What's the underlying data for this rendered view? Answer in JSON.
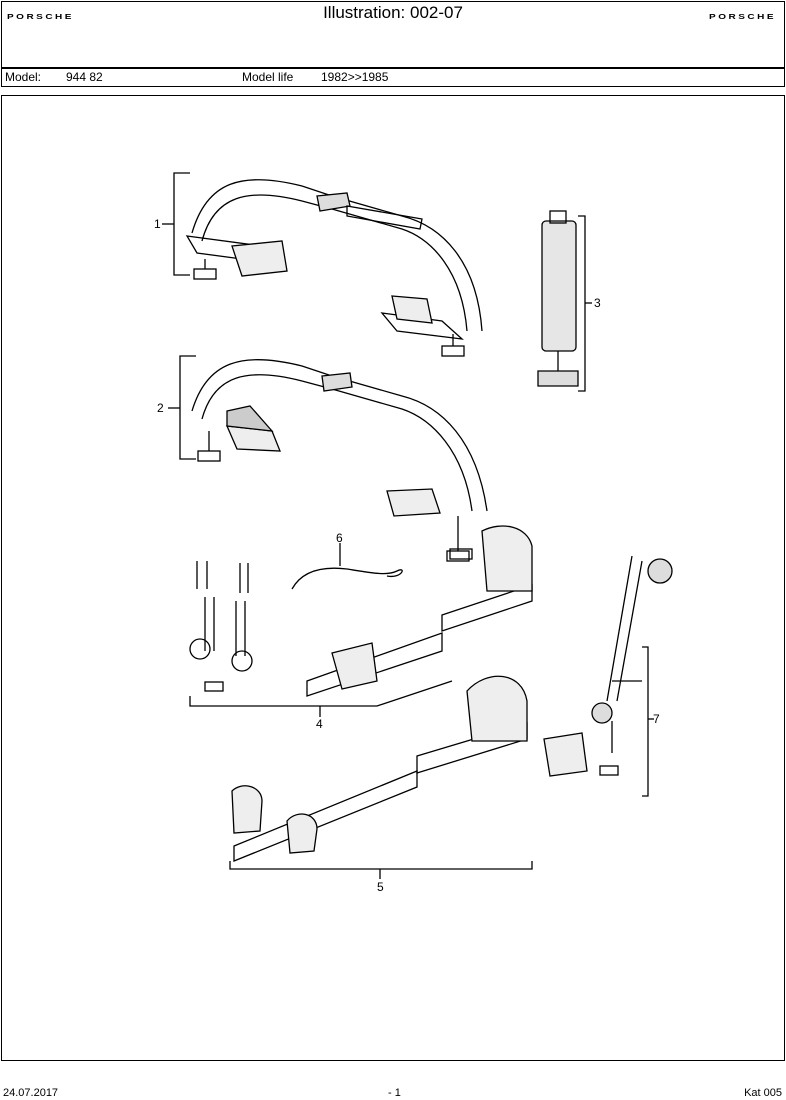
{
  "header": {
    "brand_left": "PORSCHE",
    "brand_right": "PORSCHE",
    "title": "Illustration: 002-07"
  },
  "model_bar": {
    "model_label": "Model:",
    "model_value": "944 82",
    "life_label": "Model life",
    "life_value": "1982>>1985"
  },
  "callouts": [
    "1",
    "2",
    "3",
    "4",
    "5",
    "6",
    "7"
  ],
  "footer": {
    "date": "24.07.2017",
    "page": "- 1",
    "catalog": "Kat 005"
  }
}
